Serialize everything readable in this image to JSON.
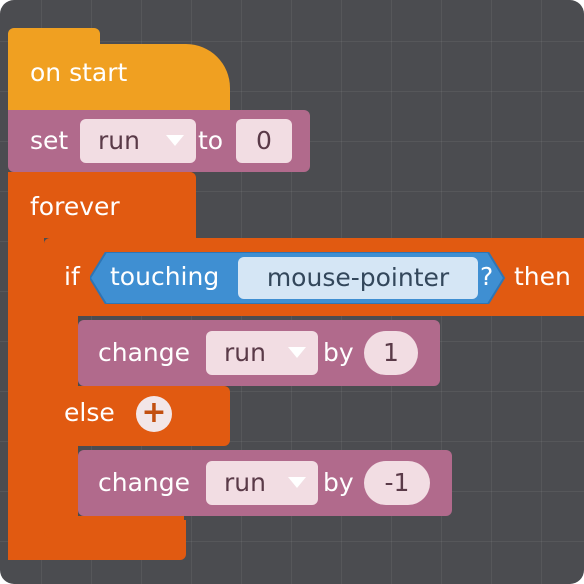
{
  "colors": {
    "workspace": "#4b4c50",
    "events": "#f0a021",
    "variables": "#b16a8c",
    "control": "#e15a11",
    "sensing": "#3f8fd2",
    "field": "#f2dde3"
  },
  "hat_block": {
    "label": "on start"
  },
  "set_block": {
    "keyword": "set",
    "variable": "run",
    "connector": "to",
    "value": "0"
  },
  "forever_block": {
    "label": "forever"
  },
  "if_block": {
    "if_label": "if",
    "then_label": "then",
    "else_label": "else",
    "add_icon": "plus-icon"
  },
  "touching_block": {
    "label": "touching",
    "target": "mouse-pointer",
    "suffix": "?"
  },
  "change_blocks": [
    {
      "keyword": "change",
      "variable": "run",
      "connector": "by",
      "value": "1"
    },
    {
      "keyword": "change",
      "variable": "run",
      "connector": "by",
      "value": "-1"
    }
  ]
}
